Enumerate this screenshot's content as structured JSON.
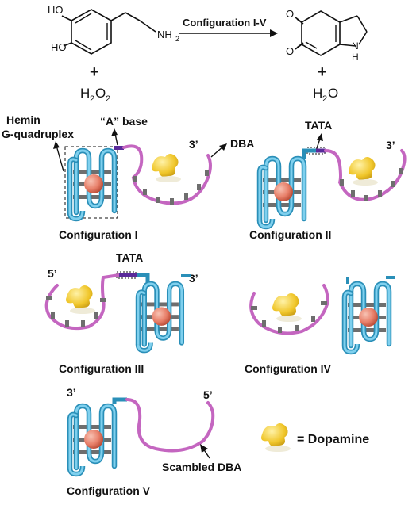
{
  "reaction": {
    "arrow_label": "Configuration I-V",
    "reactant_groups": {
      "oh_top": "HO",
      "oh_bottom": "HO",
      "amine": "NH",
      "amine_sub": "2"
    },
    "product_groups": {
      "o_top": "O",
      "o_bottom": "O",
      "nh_n": "N",
      "nh_h": "H"
    },
    "reactant_plus": "+",
    "product_plus": "+",
    "h2o2": {
      "a": "H",
      "b": "2",
      "c": "O",
      "d": "2"
    },
    "h2o": {
      "a": "H",
      "b": "2",
      "c": "O"
    }
  },
  "labels": {
    "hemin": "Hemin",
    "g_quadruplex": "G-quadruplex",
    "a_base": "“A” base",
    "dba": "DBA",
    "tata_ii": "TATA",
    "tata_iii": "TATA",
    "three_prime_i": "3’",
    "three_prime_ii": "3’",
    "five_prime_iii": "5’",
    "three_prime_iii": "3’",
    "three_prime_v": "3’",
    "five_prime_v": "5’",
    "scrambled_dba": "Scambled DBA"
  },
  "configurations": [
    {
      "name": "Configuration I"
    },
    {
      "name": "Configuration II"
    },
    {
      "name": "Configuration III"
    },
    {
      "name": "Configuration IV"
    },
    {
      "name": "Configuration V"
    }
  ],
  "legend": {
    "text": "= Dopamine"
  },
  "colors": {
    "quadruplex": "#4fb3d9",
    "quadruplex_dark": "#2a8fb8",
    "aptamer": "#c466c0",
    "hemin": "#e8806a",
    "dopamine": "#f0c62a",
    "rungs": "#6e6e6e",
    "tata_box": "#5a2a9a"
  }
}
